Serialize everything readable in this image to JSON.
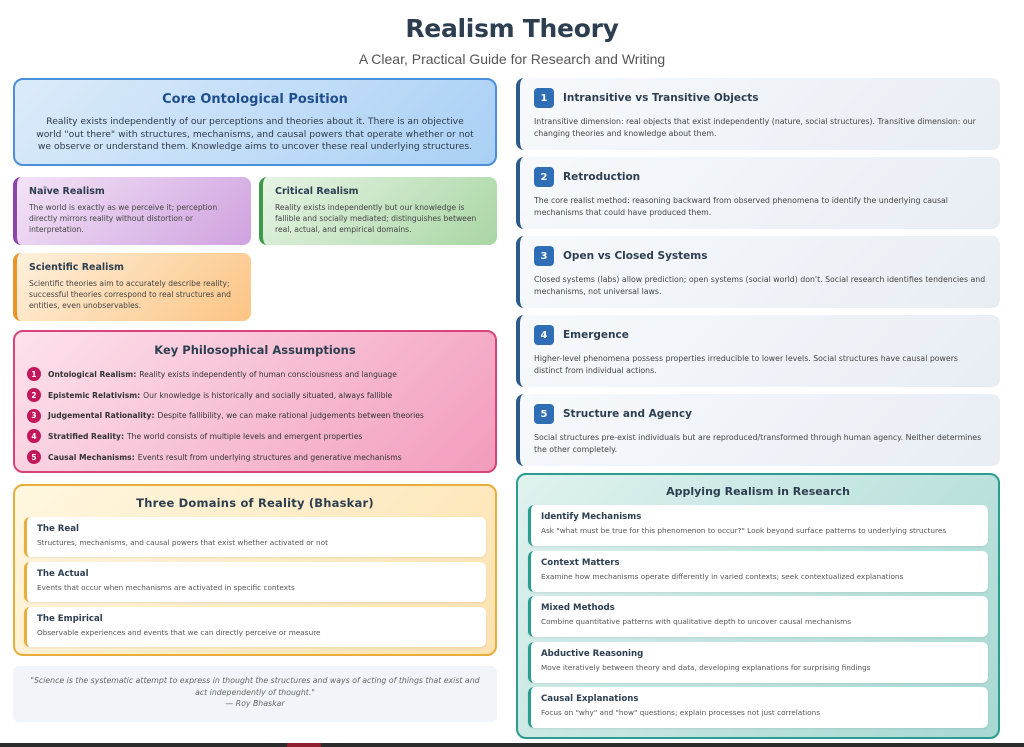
{
  "header": {
    "title": "Realism Theory",
    "subtitle": "A Clear, Practical Guide for Research and Writing"
  },
  "core": {
    "title": "Core Ontological Position",
    "text": "Reality exists independently of our perceptions and theories about it. There is an objective world \"out there\" with structures, mechanisms, and causal powers that operate whether or not we observe or understand them. Knowledge aims to uncover these real underlying structures."
  },
  "types": {
    "naive": {
      "title": "Naïve Realism",
      "text": "The world is exactly as we perceive it; perception directly mirrors reality without distortion or interpretation."
    },
    "critical": {
      "title": "Critical Realism",
      "text": "Reality exists independently but our knowledge is fallible and socially mediated; distinguishes between real, actual, and empirical domains."
    },
    "scientific": {
      "title": "Scientific Realism",
      "text": "Scientific theories aim to accurately describe reality; successful theories correspond to real structures and entities, even unobservables."
    }
  },
  "assumptions": {
    "title": "Key Philosophical Assumptions",
    "items": [
      {
        "num": "1",
        "label": "Ontological Realism:",
        "text": "Reality exists independently of human consciousness and language"
      },
      {
        "num": "2",
        "label": "Epistemic Relativism:",
        "text": "Our knowledge is historically and socially situated, always fallible"
      },
      {
        "num": "3",
        "label": "Judgemental Rationality:",
        "text": "Despite fallibility, we can make rational judgements between theories"
      },
      {
        "num": "4",
        "label": "Stratified Reality:",
        "text": "The world consists of multiple levels and emergent properties"
      },
      {
        "num": "5",
        "label": "Causal Mechanisms:",
        "text": "Events result from underlying structures and generative mechanisms"
      }
    ]
  },
  "domains": {
    "title": "Three Domains of Reality (Bhaskar)",
    "items": [
      {
        "title": "The Real",
        "text": "Structures, mechanisms, and causal powers that exist whether activated or not"
      },
      {
        "title": "The Actual",
        "text": "Events that occur when mechanisms are activated in specific contexts"
      },
      {
        "title": "The Empirical",
        "text": "Observable experiences and events that we can directly perceive or measure"
      }
    ]
  },
  "quote": {
    "text": "\"Science is the systematic attempt to express in thought the structures and ways of acting of things that exist and act independently of thought.\"",
    "author": "— Roy Bhaskar"
  },
  "concepts": [
    {
      "num": "1",
      "title": "Intransitive vs Transitive Objects",
      "text": "Intransitive dimension: real objects that exist independently (nature, social structures). Transitive dimension: our changing theories and knowledge about them."
    },
    {
      "num": "2",
      "title": "Retroduction",
      "text": "The core realist method: reasoning backward from observed phenomena to identify the underlying causal mechanisms that could have produced them."
    },
    {
      "num": "3",
      "title": "Open vs Closed Systems",
      "text": "Closed systems (labs) allow prediction; open systems (social world) don't. Social research identifies tendencies and mechanisms, not universal laws."
    },
    {
      "num": "4",
      "title": "Emergence",
      "text": "Higher-level phenomena possess properties irreducible to lower levels. Social structures have causal powers distinct from individual actions."
    },
    {
      "num": "5",
      "title": "Structure and Agency",
      "text": "Social structures pre-exist individuals but are reproduced/transformed through human agency. Neither determines the other completely."
    }
  ],
  "applying": {
    "title": "Applying Realism in Research",
    "items": [
      {
        "title": "Identify Mechanisms",
        "text": "Ask \"what must be true for this phenomenon to occur?\" Look beyond surface patterns to underlying structures"
      },
      {
        "title": "Context Matters",
        "text": "Examine how mechanisms operate differently in varied contexts; seek contextualized explanations"
      },
      {
        "title": "Mixed Methods",
        "text": "Combine quantitative patterns with qualitative depth to uncover causal mechanisms"
      },
      {
        "title": "Abductive Reasoning",
        "text": "Move iteratively between theory and data, developing explanations for surprising findings"
      },
      {
        "title": "Causal Explanations",
        "text": "Focus on \"why\" and \"how\" questions; explain processes not just correlations"
      }
    ]
  }
}
